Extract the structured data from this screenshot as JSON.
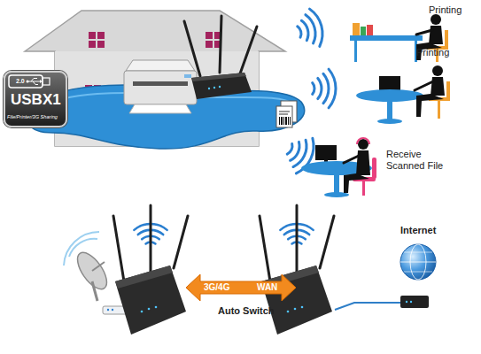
{
  "diagram": {
    "nodes": [
      {
        "text": [
          "2.0",
          "USBX1",
          "File/Printer/3G Sharing"
        ]
      },
      {
        "text": [
          "3G/4G",
          "WAN"
        ]
      }
    ],
    "labels": [
      "Printing",
      "Printing",
      "Receive Scanned File",
      "Auto Switch",
      "Internet"
    ]
  }
}
